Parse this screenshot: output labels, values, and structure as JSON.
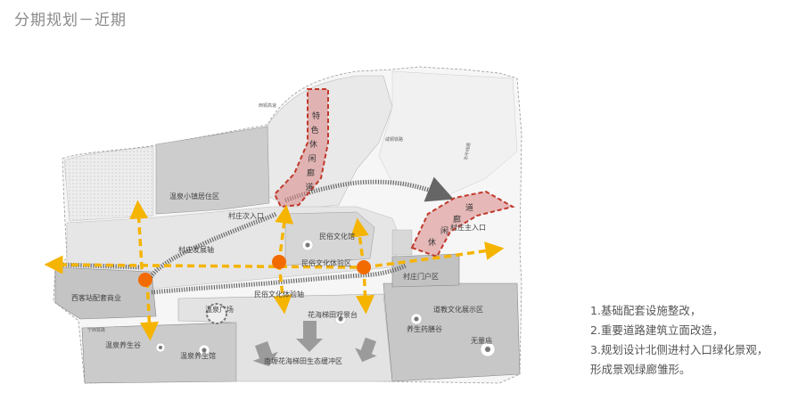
{
  "title": "分期规划－近期",
  "zones": {
    "town_residential": "温泉小镇居住区",
    "village_sub_entrance": "村庄次入口",
    "village_dev_axis": "村庄发展轴",
    "folk_culture_hall": "民俗文化馆",
    "folk_experience_zone": "民俗文化体验区",
    "folk_experience_axis": "民俗文化体验轴",
    "xike_station": "西客站配套商业",
    "wellness_valley": "温泉养生谷",
    "spa_hotel": "温泉养生馆",
    "hotspring_plaza": "温泉广场",
    "flower_sea_platform": "花海梯田观景台",
    "ecological_buffer": "南塬花海梯田生态缓冲区",
    "taoist_culture": "道教文化展示区",
    "health_valley": "养生药膳谷",
    "wuliang_temple": "无量庙",
    "village_main_entrance": "村庄主入口",
    "village_gate_zone": "村庄门户区",
    "special_corridor_vertical": [
      "特",
      "色",
      "休",
      "闲",
      "廊",
      "道"
    ],
    "special_corridor_diagonal": [
      "休",
      "闲",
      "廊",
      "道"
    ]
  },
  "road_labels": {
    "north_road": "西铜高速",
    "railway_1": "咸铜铁路",
    "railway_2": "宁西铁路",
    "east_road": "东中线路"
  },
  "notes": [
    "1.基础配套设施整改，",
    "2.重要道路建筑立面改造，",
    "3.规划设计北侧进村入口绿化景观，",
    "形成景观绿廊雏形。"
  ],
  "colors": {
    "arrow_yellow": "#f5b400",
    "node_orange": "#f26b00",
    "corridor_red": "#c0392b",
    "zone_gray": "#c9c9c9"
  }
}
